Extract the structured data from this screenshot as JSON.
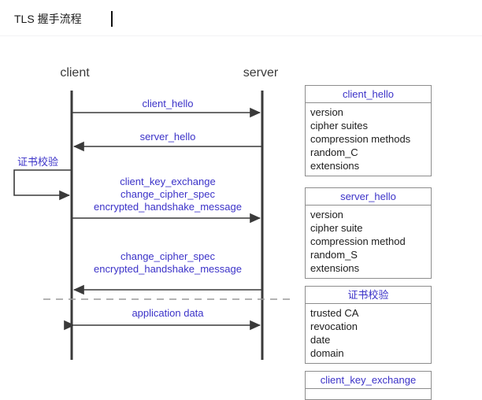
{
  "document": {
    "title": "TLS 握手流程",
    "caret_visible": true
  },
  "diagram": {
    "type": "sequence-diagram",
    "accent_color": "#3b32c8",
    "line_color": "#3a3a3a",
    "actors": [
      {
        "id": "client",
        "label": "client"
      },
      {
        "id": "server",
        "label": "server"
      }
    ],
    "messages": [
      {
        "id": "client-hello",
        "label": "client_hello",
        "from": "client",
        "to": "server",
        "direction": "right"
      },
      {
        "id": "server-hello",
        "label": "server_hello",
        "from": "server",
        "to": "client",
        "direction": "left"
      },
      {
        "id": "cert-verify",
        "label": "证书校验",
        "from": "client",
        "to": "client",
        "direction": "self"
      },
      {
        "id": "client-key-group",
        "label": "client_key_exchange\nchange_cipher_spec\nencrypted_handshake_message",
        "lines": [
          "client_key_exchange",
          "change_cipher_spec",
          "encrypted_handshake_message"
        ],
        "from": "client",
        "to": "server",
        "direction": "right"
      },
      {
        "id": "server-cipher-group",
        "label": "change_cipher_spec\nencrypted_handshake_message",
        "lines": [
          "change_cipher_spec",
          "encrypted_handshake_message"
        ],
        "from": "server",
        "to": "client",
        "direction": "left"
      },
      {
        "id": "application-data",
        "label": "application data",
        "from": "client",
        "to": "server",
        "direction": "both"
      }
    ],
    "separator": {
      "style": "dashed",
      "color": "#9a9a9a"
    }
  },
  "info_panel": {
    "boxes": [
      {
        "id": "client_hello",
        "title": "client_hello",
        "rows": [
          "version",
          "cipher suites",
          "compression methods",
          "random_C",
          "extensions"
        ]
      },
      {
        "id": "server_hello",
        "title": "server_hello",
        "rows": [
          "version",
          "cipher suite",
          "compression method",
          "random_S",
          "extensions"
        ]
      },
      {
        "id": "cert_verify",
        "title": "证书校验",
        "rows": [
          "trusted CA",
          "revocation",
          "date",
          "domain"
        ]
      },
      {
        "id": "client_key_exchange",
        "title": "client_key_exchange",
        "rows": []
      }
    ]
  }
}
